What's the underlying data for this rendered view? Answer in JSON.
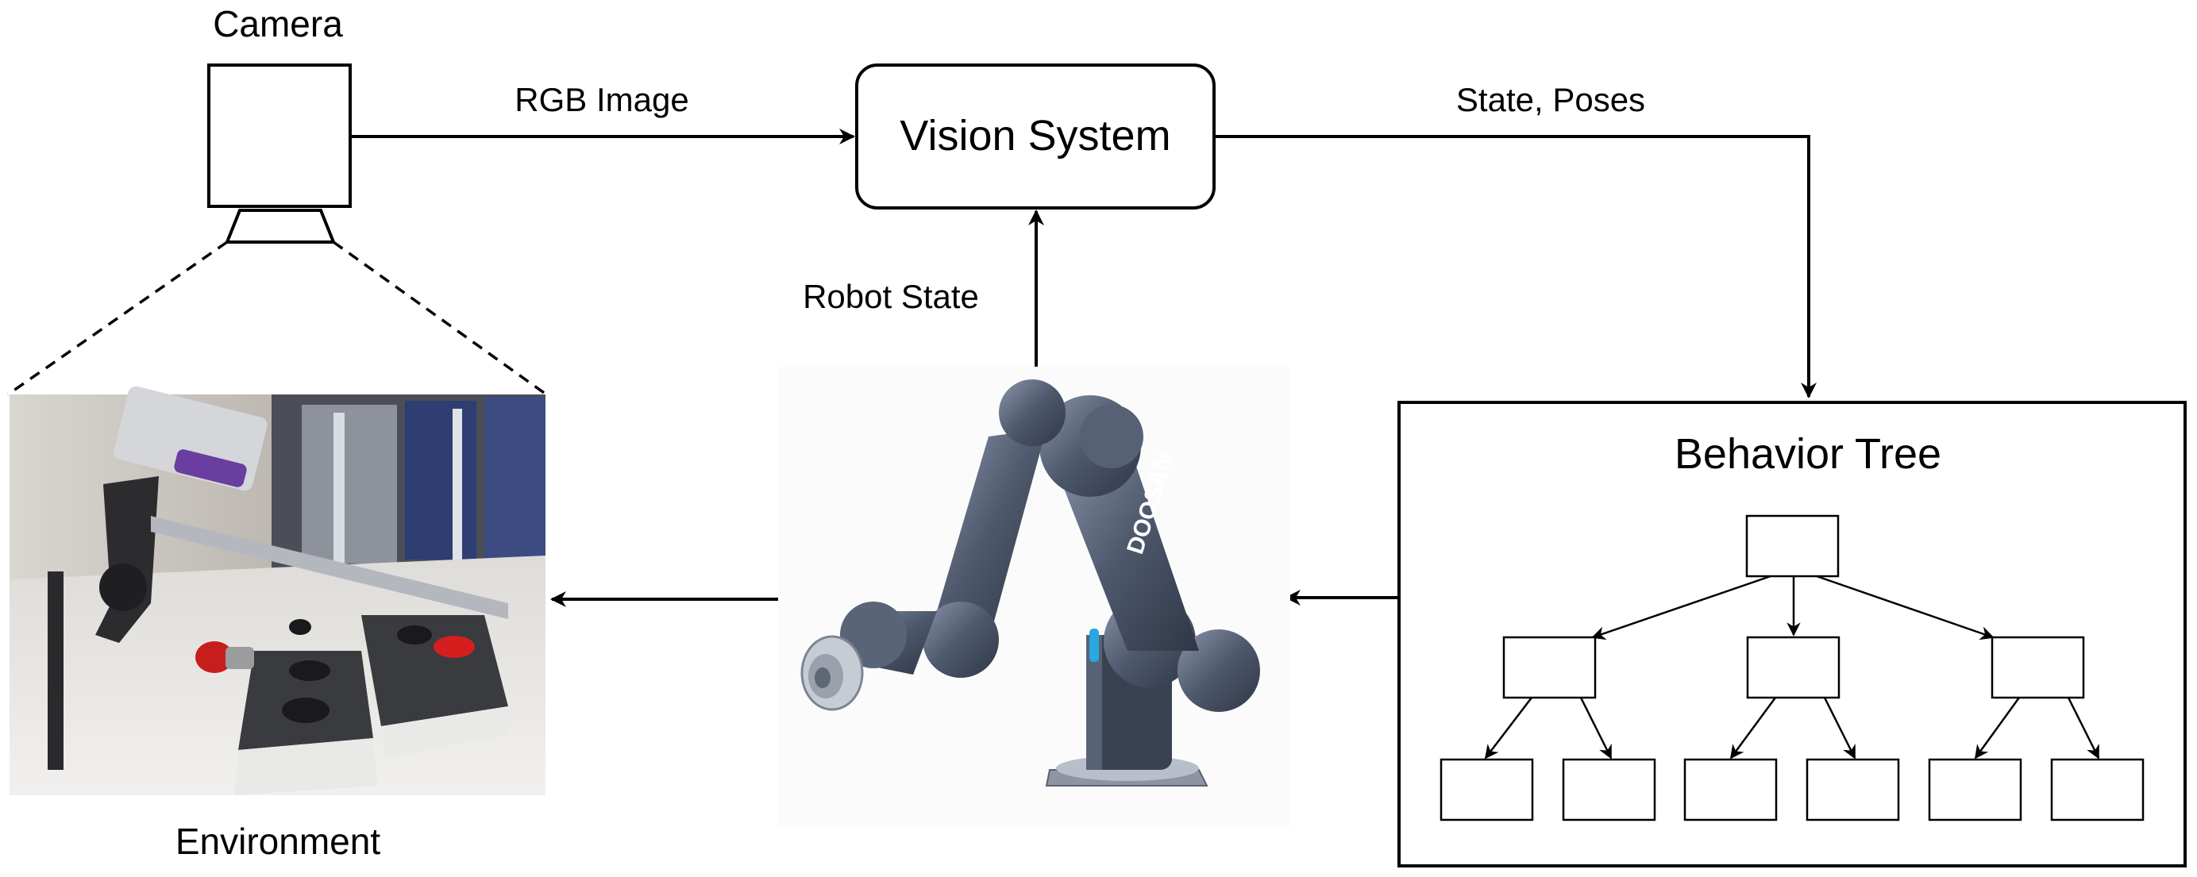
{
  "labels": {
    "camera": "Camera",
    "rgb_image": "RGB Image",
    "vision_system": "Vision System",
    "state_poses": "State, Poses",
    "robot_state": "Robot State",
    "behavior_tree": "Behavior Tree",
    "environment": "Environment"
  },
  "images": {
    "environment_photo": "photo of workspace with camera, emergency stop button and push-button control boxes",
    "robot_arm": "collaborative robot arm",
    "robot_brand": "DOOSAN"
  },
  "colors": {
    "line": "#000000",
    "robot_body": "#4a5468",
    "robot_highlight": "#7b869c",
    "accent_blue": "#2aa6e0"
  }
}
